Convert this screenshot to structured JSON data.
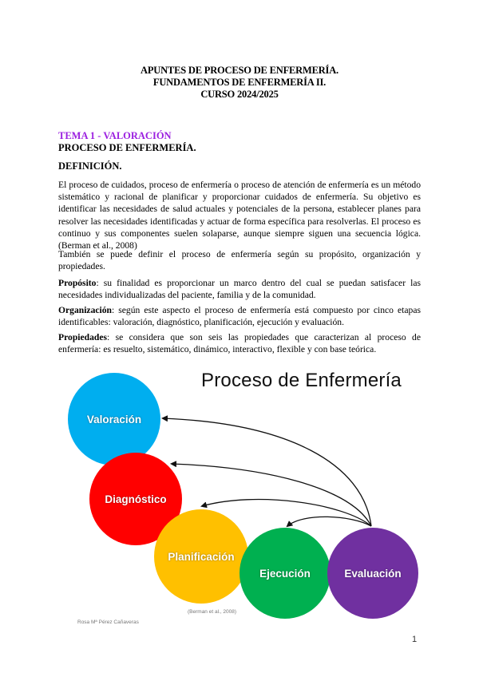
{
  "header": {
    "line1": "APUNTES DE PROCESO DE ENFERMERÍA.",
    "line2": "FUNDAMENTOS DE ENFERMERÍA II.",
    "line3": "CURSO 2024/2025"
  },
  "section": {
    "tema": "TEMA 1 - VALORACIÓN",
    "title": "PROCESO DE ENFERMERÍA.",
    "subtitle": "DEFINICIÓN."
  },
  "paragraphs": {
    "p1": "El proceso de cuidados, proceso de enfermería o proceso de atención de enfermería es un método sistemático y racional de planificar y proporcionar cuidados de enfermería. Su objetivo es identificar las necesidades de salud actuales y potenciales de la persona, establecer planes para resolver las necesidades identificadas y actuar de forma específica para resolverlas. El proceso es continuo y sus componentes suelen solaparse, aunque siempre siguen una secuencia lógica. (Berman et al., 2008)",
    "p2": "También se puede definir el proceso de enfermería según su propósito, organización y propiedades.",
    "p3_label": "Propósito",
    "p3_text": ": su finalidad es proporcionar un marco dentro del cual se puedan satisfacer las necesidades individualizadas del paciente, familia y de la comunidad.",
    "p4_label": "Organización",
    "p4_text": ": según este aspecto el proceso de enfermería está compuesto por cinco etapas identificables: valoración, diagnóstico, planificación, ejecución y evaluación.",
    "p5_label": "Propiedades",
    "p5_text": ": se considera que son seis las propiedades que caracterizan al proceso de enfermería: es resuelto, sistemático, dinámico, interactivo, flexible y con base teórica."
  },
  "diagram": {
    "title": "Proceso de Enfermería",
    "stages": [
      {
        "label": "Valoración",
        "color": "#00aeef"
      },
      {
        "label": "Diagnóstico",
        "color": "#ff0000"
      },
      {
        "label": "Planificación",
        "color": "#ffc000"
      },
      {
        "label": "Ejecución",
        "color": "#00b050"
      },
      {
        "label": "Evaluación",
        "color": "#7030a0"
      }
    ],
    "citation": "(Berman et al., 2008)",
    "author": "Rosa Mª Pérez Cañaveras"
  },
  "page_number": "1"
}
